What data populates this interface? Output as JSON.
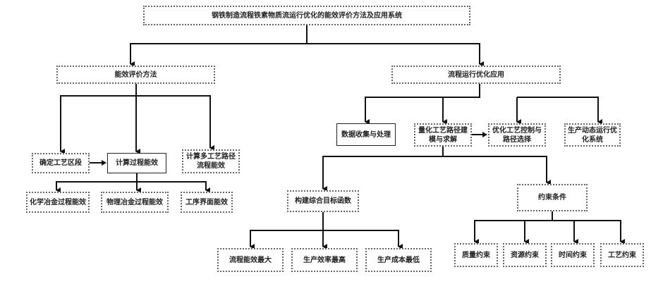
{
  "title": "钢铁制造流程铁素物质流运行优化的能效评价方法及应用系统",
  "left": {
    "label": "能效评价方法",
    "steps": [
      "确定工艺区段",
      "计算过程能效",
      "计算多工艺路径流程能效"
    ],
    "sub": [
      "化学冶金过程能效",
      "物理冶金过程能效",
      "工序界面能效"
    ]
  },
  "right": {
    "label": "流程运行优化应用",
    "steps": [
      "数据收集与处理",
      "量化工艺路径建模与求解",
      "优化工艺控制与路径选择",
      "生产动态运行优化系统"
    ],
    "objective": {
      "label": "构建综合目标函数",
      "items": [
        "流程能效最大",
        "生产效率最高",
        "生产成本最低"
      ]
    },
    "constraints": {
      "label": "约束条件",
      "items": [
        "质量约束",
        "资源约束",
        "时间约束",
        "工艺约束"
      ]
    }
  }
}
